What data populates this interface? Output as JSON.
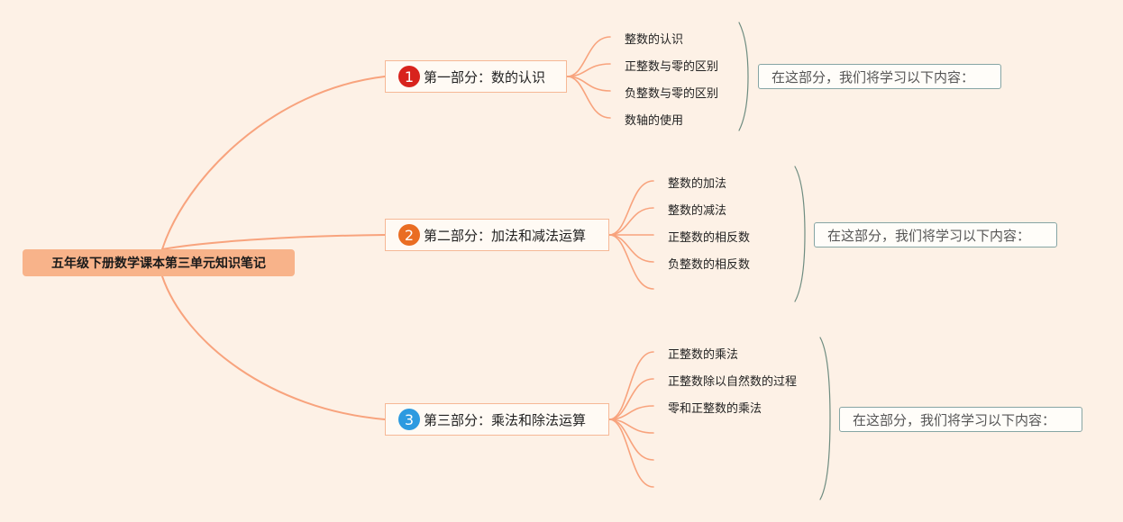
{
  "root": {
    "label": "五年级下册数学课本第三单元知识笔记"
  },
  "colors": {
    "background": "#fdf1e6",
    "connector": "#f8a37d",
    "root_fill": "#f8b38a",
    "part_border": "#f6b896",
    "brace": "#6e8c80",
    "note_border": "#86a5a4",
    "badge_1": "#d8231d",
    "badge_2": "#ea6d22",
    "badge_3": "#2c9ae0"
  },
  "parts": [
    {
      "number": "1",
      "title": "第一部分：数的认识",
      "items": [
        "整数的认识",
        "正整数与零的区别",
        "负整数与零的区别",
        "数轴的使用"
      ],
      "note": "在这部分，我们将学习以下内容："
    },
    {
      "number": "2",
      "title": "第二部分：加法和减法运算",
      "items": [
        "整数的加法",
        "整数的减法",
        "正整数的相反数",
        "负整数的相反数",
        ""
      ],
      "note": "在这部分，我们将学习以下内容："
    },
    {
      "number": "3",
      "title": "第三部分：乘法和除法运算",
      "items": [
        "正整数的乘法",
        "正整数除以自然数的过程",
        "零和正整数的乘法",
        "",
        "",
        ""
      ],
      "note": "在这部分，我们将学习以下内容："
    }
  ]
}
